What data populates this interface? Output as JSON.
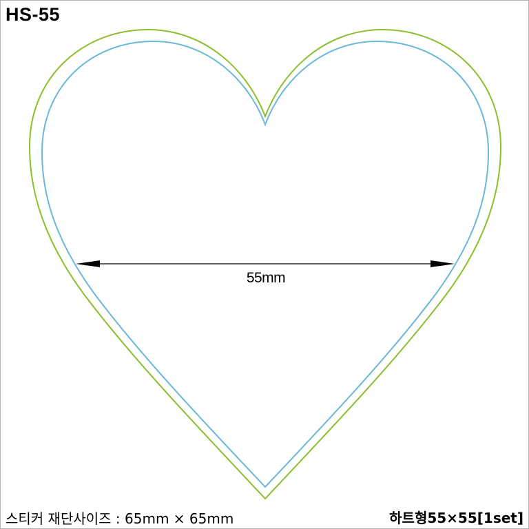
{
  "header": {
    "product_code": "HS-55"
  },
  "diagram": {
    "dimension_label": "55mm",
    "colors": {
      "cut_line": "#8cbf2e",
      "print_line": "#6ab8d9",
      "arrow": "#000000"
    }
  },
  "footer": {
    "sticker_size_note": "스티커 재단사이즈 : 65mm × 65mm",
    "product_name": "하트형55×55[1set]"
  }
}
